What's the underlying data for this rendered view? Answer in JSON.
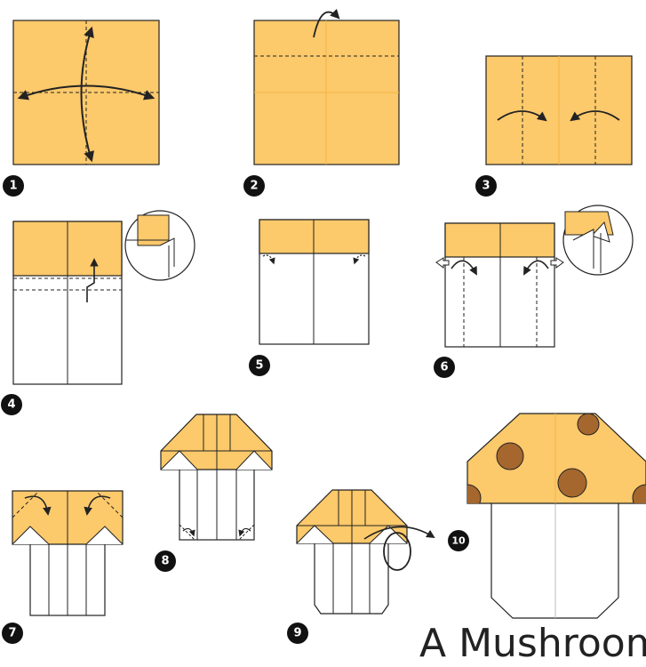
{
  "title": "A Mushroom",
  "steps": [
    {
      "number": "1"
    },
    {
      "number": "2"
    },
    {
      "number": "3"
    },
    {
      "number": "4"
    },
    {
      "number": "5"
    },
    {
      "number": "6"
    },
    {
      "number": "7"
    },
    {
      "number": "8"
    },
    {
      "number": "9"
    },
    {
      "number": "10"
    }
  ],
  "colors": {
    "paper_front": "#fcc96b",
    "paper_back": "#ffffff",
    "outline": "#222222",
    "spot": "#a5672e",
    "badge": "#111111"
  }
}
